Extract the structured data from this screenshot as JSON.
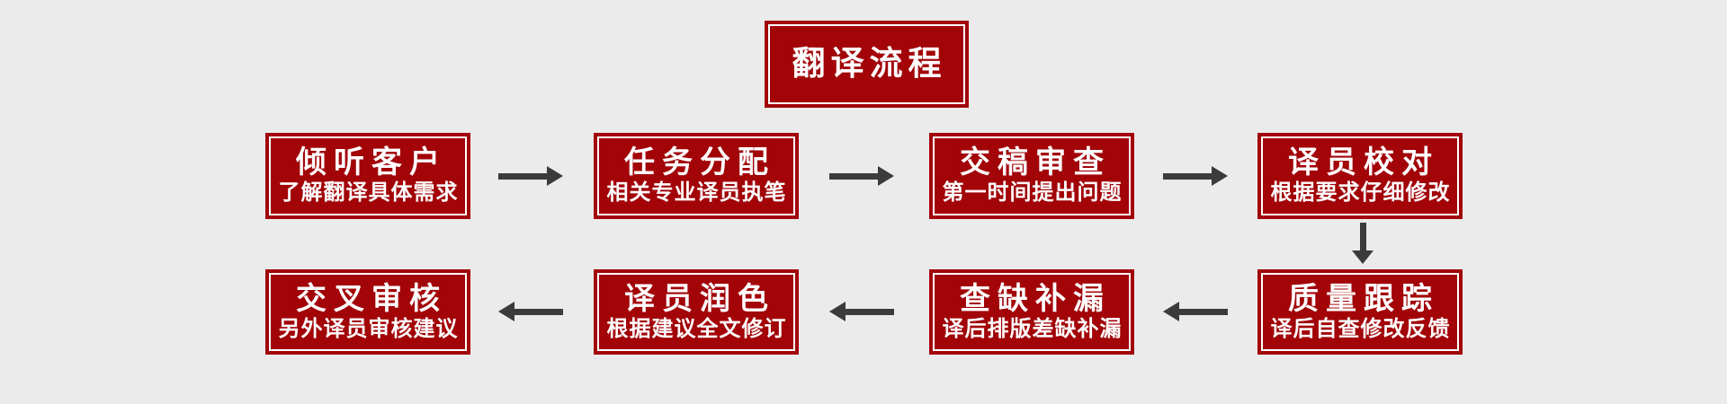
{
  "colors": {
    "box_red": "#a20408",
    "inner_border_white": "#ffffff",
    "arrow_gray": "#3b3b3b",
    "background_gray": "#ebebeb",
    "text_white": "#ffffff"
  },
  "title": {
    "label": "翻译流程"
  },
  "flow": {
    "row1": [
      {
        "heading": "倾听客户",
        "subtitle": "了解翻译具体需求"
      },
      {
        "heading": "任务分配",
        "subtitle": "相关专业译员执笔"
      },
      {
        "heading": "交稿审查",
        "subtitle": "第一时间提出问题"
      },
      {
        "heading": "译员校对",
        "subtitle": "根据要求仔细修改"
      }
    ],
    "row2": [
      {
        "heading": "交叉审核",
        "subtitle": "另外译员审核建议"
      },
      {
        "heading": "译员润色",
        "subtitle": "根据建议全文修订"
      },
      {
        "heading": "查缺补漏",
        "subtitle": "译后排版差缺补漏"
      },
      {
        "heading": "质量跟踪",
        "subtitle": "译后自查修改反馈"
      }
    ],
    "row1_arrow_direction": "right",
    "row2_arrow_direction": "left",
    "connector_row1_to_row2": "down"
  }
}
